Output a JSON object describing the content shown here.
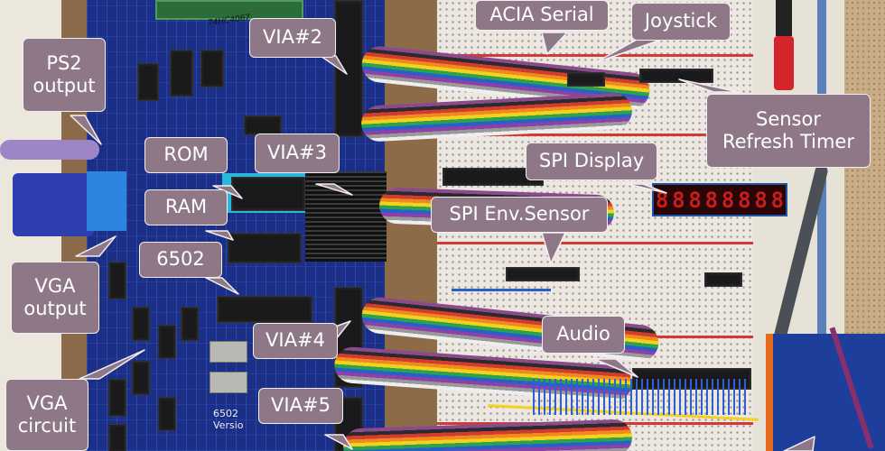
{
  "image": {
    "description": "Annotated photo of a 6502 homebrew computer PCB with breadboard peripherals",
    "callouts": [
      {
        "id": "ps2",
        "lines": [
          "PS2",
          "output"
        ]
      },
      {
        "id": "via2",
        "lines": [
          "VIA#2"
        ]
      },
      {
        "id": "acia",
        "lines": [
          "ACIA Serial"
        ]
      },
      {
        "id": "joystick",
        "lines": [
          "Joystick"
        ]
      },
      {
        "id": "sensor-timer",
        "lines": [
          "Sensor",
          "Refresh Timer"
        ]
      },
      {
        "id": "rom",
        "lines": [
          "ROM"
        ]
      },
      {
        "id": "via3",
        "lines": [
          "VIA#3"
        ]
      },
      {
        "id": "spi-display",
        "lines": [
          "SPI Display"
        ]
      },
      {
        "id": "ram",
        "lines": [
          "RAM"
        ]
      },
      {
        "id": "spi-env",
        "lines": [
          "SPI Env.Sensor"
        ]
      },
      {
        "id": "cpu",
        "lines": [
          "6502"
        ]
      },
      {
        "id": "vga-out",
        "lines": [
          "VGA",
          "output"
        ]
      },
      {
        "id": "via4",
        "lines": [
          "VIA#4"
        ]
      },
      {
        "id": "audio",
        "lines": [
          "Audio"
        ]
      },
      {
        "id": "vga-circuit",
        "lines": [
          "VGA",
          "circuit"
        ]
      },
      {
        "id": "via5",
        "lines": [
          "VIA#5"
        ]
      }
    ],
    "pcb_text": {
      "board_name": "6502",
      "board_version": "Versio",
      "handwritten_label": "74HC4067"
    },
    "seven_segment_digits": [
      "8",
      "8",
      "8",
      "8",
      "8",
      "8",
      "8",
      "8"
    ],
    "colors": {
      "callout_fill": "#8e7888",
      "callout_border": "#f3eef1",
      "pcb_blue": "#1c2f86",
      "breadboard": "#ece8e1",
      "segment_red": "#c61d1d"
    }
  }
}
